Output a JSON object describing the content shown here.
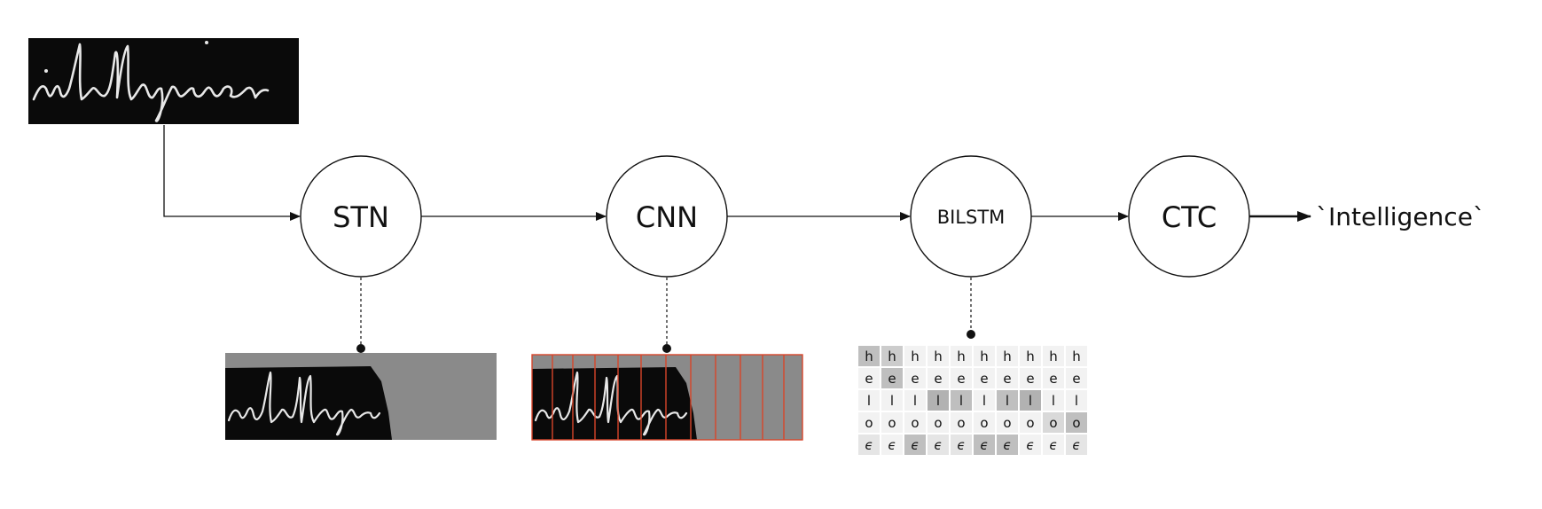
{
  "pipeline": {
    "nodes": [
      {
        "id": "stn",
        "label": "STN"
      },
      {
        "id": "cnn",
        "label": "CNN"
      },
      {
        "id": "bilstm",
        "label": "BILSTM"
      },
      {
        "id": "ctc",
        "label": "CTC"
      }
    ],
    "output_text": "`Intelligence`"
  },
  "input_image": {
    "handwritten_word": "intelligence"
  },
  "prob_table": {
    "rows": [
      "h",
      "e",
      "l",
      "o",
      "ϵ"
    ],
    "shading": [
      [
        0.25,
        0.2,
        0.05,
        0.05,
        0.05,
        0.05,
        0.05,
        0.05,
        0.05,
        0.05
      ],
      [
        0.05,
        0.25,
        0.05,
        0.05,
        0.05,
        0.05,
        0.05,
        0.05,
        0.05,
        0.05
      ],
      [
        0.05,
        0.05,
        0.05,
        0.3,
        0.25,
        0.05,
        0.25,
        0.3,
        0.05,
        0.05
      ],
      [
        0.05,
        0.05,
        0.05,
        0.05,
        0.05,
        0.05,
        0.05,
        0.05,
        0.15,
        0.25
      ],
      [
        0.1,
        0.05,
        0.25,
        0.1,
        0.1,
        0.25,
        0.25,
        0.05,
        0.05,
        0.1
      ]
    ]
  },
  "colors": {
    "grid_red": "#d8452a",
    "image_black": "#0a0a0a",
    "pad_gray": "#8a8a8a",
    "stroke": "#111111"
  }
}
